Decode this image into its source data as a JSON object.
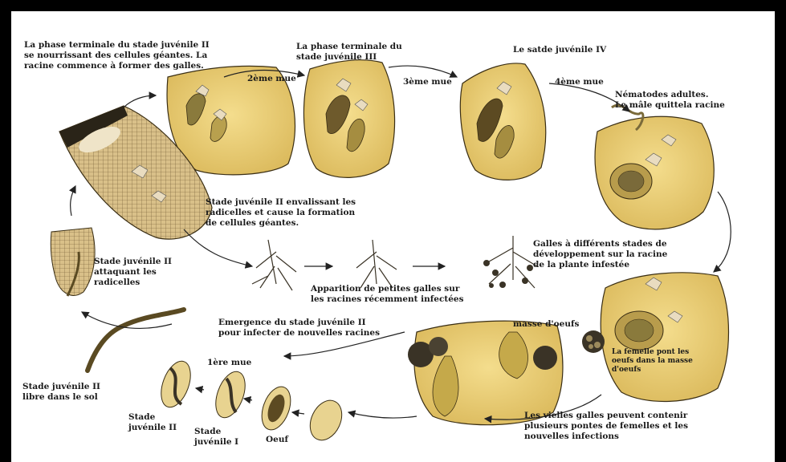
{
  "labels": {
    "jii_feeding": "La phase terminale du stade juvénile II\nse nourrissant des cellules géantes. La\nracine commence à former des galles.",
    "jiii": "La phase terminale du\nstade juvénile III",
    "jiv": "Le satde juvénile IV",
    "adults": "Nématodes adultes.\nLe mâle quittela racine",
    "molt2": "2ème mue",
    "molt3": "3ème mue",
    "molt4": "4ème mue",
    "jii_invading": "Stade juvénile II envalissant les\nradicelles et cause la formation\nde cellules géantes.",
    "galls_stages": "Galles à différents stades de\ndéveloppement sur la racine\nde la plante infestée",
    "jii_attacking": "Stade juvénile II\nattaquant les\nradicelles",
    "small_galls": "Apparition de petites galles sur\nles racines récemment infectées",
    "emergence": "Emergence du stade juvénile II\npour infecter de nouvelles racines",
    "egg_mass": "masse d'oeufs",
    "female_lays": "La femelle pont les\noeufs dans la masse\nd'oeufs",
    "jii_free": "Stade juvénile II\nlibre dans le sol",
    "molt1": "1ère mue",
    "stage_jii": "Stade\njuvénile II",
    "stage_ji": "Stade\njuvénile I",
    "egg": "Oeuf",
    "old_galls": "Les vielles galles peuvent contenir\nplusieurs pontes de femelles  et les\nnouvelles infections"
  },
  "colors": {
    "gall": "#eed27c",
    "gall_dark": "#c9a94a",
    "root_tip": "#d8c187",
    "worm": "#7a6a3a",
    "egg": "#e8d390",
    "arrow": "#222222"
  },
  "icons": [
    "root-tip-icon",
    "root-tip-small-icon",
    "free-juvenile-worm-icon",
    "gall-icon",
    "root-system-icon",
    "egg-icon",
    "egg-mass-icon"
  ]
}
